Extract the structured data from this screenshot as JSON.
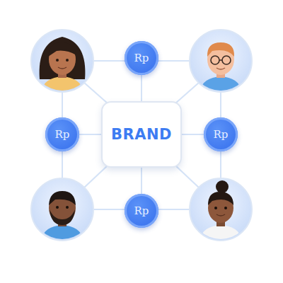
{
  "diagram": {
    "nodes": [
      {
        "text": [
          "Rp"
        ]
      },
      {
        "text": [
          "Rp"
        ]
      },
      {
        "text": [
          "BRAND"
        ]
      },
      {
        "text": [
          "Rp"
        ]
      },
      {
        "text": [
          "Rp"
        ]
      }
    ],
    "edges": [
      {
        "from": 0,
        "to": 2,
        "arrow": "none"
      },
      {
        "from": 1,
        "to": 2,
        "arrow": "none"
      },
      {
        "from": 3,
        "to": 2,
        "arrow": "none"
      },
      {
        "from": 4,
        "to": 2,
        "arrow": "none"
      }
    ]
  }
}
